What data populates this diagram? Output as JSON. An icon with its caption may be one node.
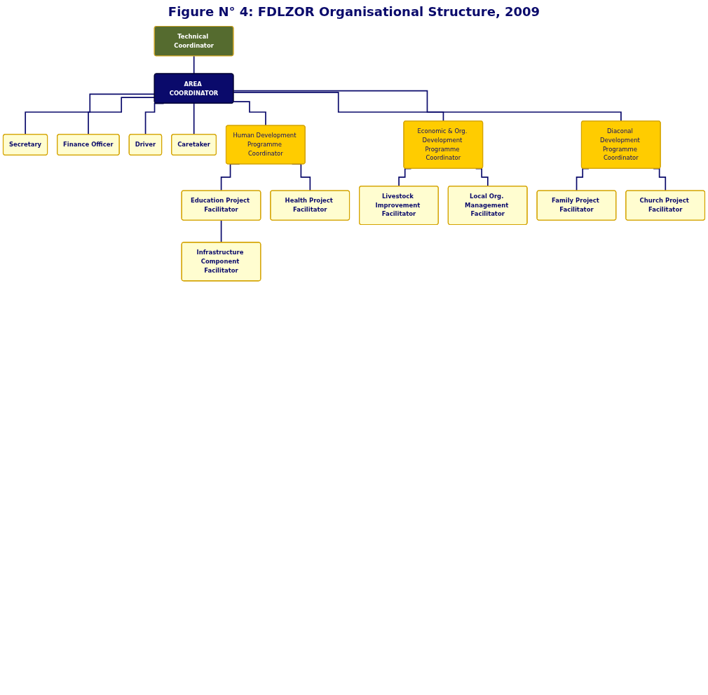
{
  "diagram": {
    "title": "Figure N° 4: FDLZOR Organisational Structure, 2009",
    "nodes": [
      {
        "text": [
          "Technical Coordinator"
        ]
      },
      {
        "text": [
          "AREA COORDINATOR"
        ]
      },
      {
        "text": [
          "Secretary"
        ]
      },
      {
        "text": [
          "Finance Officer"
        ]
      },
      {
        "text": [
          "Driver"
        ]
      },
      {
        "text": [
          "Caretaker"
        ]
      },
      {
        "text": [
          "Human Development Programme Coordinator"
        ]
      },
      {
        "text": [
          "Economic & Org. Development Programme Coordinator"
        ]
      },
      {
        "text": [
          "Diaconal Development Programme Coordinator"
        ]
      },
      {
        "text": [
          "Education Project Facilitator"
        ]
      },
      {
        "text": [
          "Infrastructure Component Facilitator"
        ]
      },
      {
        "text": [
          "Health Project Facilitator"
        ]
      },
      {
        "text": [
          "Livestock Improvement Facilitator"
        ]
      },
      {
        "text": [
          "Local Org. Management Facilitator"
        ]
      },
      {
        "text": [
          "Family Project Facilitator"
        ]
      },
      {
        "text": [
          "Church Project Facilitator"
        ]
      }
    ],
    "edges": [
      {
        "from": 0,
        "to": 1,
        "arrow": "none"
      },
      {
        "from": 1,
        "to": 2,
        "arrow": "none"
      },
      {
        "from": 1,
        "to": 3,
        "arrow": "none"
      },
      {
        "from": 1,
        "to": 4,
        "arrow": "none"
      },
      {
        "from": 1,
        "to": 5,
        "arrow": "none"
      },
      {
        "from": 1,
        "to": 6,
        "arrow": "none"
      },
      {
        "from": 1,
        "to": 7,
        "arrow": "none"
      },
      {
        "from": 1,
        "to": 8,
        "arrow": "none"
      },
      {
        "from": 6,
        "to": 9,
        "arrow": "none"
      },
      {
        "from": 9,
        "to": 10,
        "arrow": "none"
      },
      {
        "from": 6,
        "to": 11,
        "arrow": "none"
      },
      {
        "from": 7,
        "to": 12,
        "arrow": "none"
      },
      {
        "from": 7,
        "to": 13,
        "arrow": "none"
      },
      {
        "from": 8,
        "to": 14,
        "arrow": "none"
      },
      {
        "from": 8,
        "to": 15,
        "arrow": "none"
      }
    ]
  }
}
